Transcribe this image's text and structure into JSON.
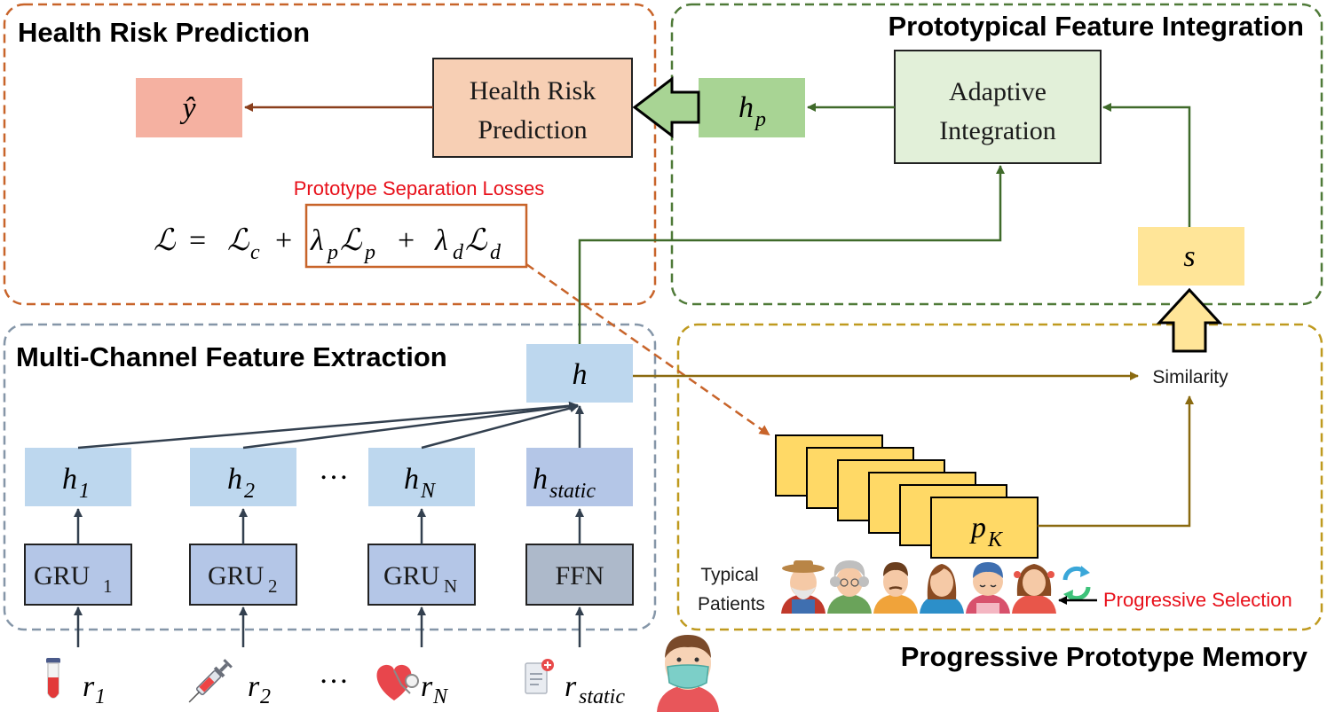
{
  "sections": {
    "health_risk": "Health Risk Prediction",
    "prototypical": "Prototypical Feature Integration",
    "multichannel": "Multi-Channel Feature Extraction",
    "progressive_memory": "Progressive Prototype Memory"
  },
  "nodes": {
    "y_hat": "ŷ",
    "hrp_line1": "Health Risk",
    "hrp_line2": "Prediction",
    "h_p_base": "h",
    "h_p_sub": "p",
    "adaptive_line1": "Adaptive",
    "adaptive_line2": "Integration",
    "s": "s",
    "h": "h",
    "similarity": "Similarity",
    "p_k_base": "p",
    "p_k_sub": "K",
    "h1_base": "h",
    "h1_sub": "1",
    "h2_base": "h",
    "h2_sub": "2",
    "hn_base": "h",
    "hn_sub": "N",
    "hstatic_base": "h",
    "hstatic_sub": "static",
    "ellipsis": "…",
    "gru1_base": "GRU",
    "gru1_sub": "1",
    "gru2_base": "GRU",
    "gru2_sub": "2",
    "grun_base": "GRU",
    "grun_sub": "N",
    "ffn": "FFN",
    "r1_base": "r",
    "r1_sub": "1",
    "r2_base": "r",
    "r2_sub": "2",
    "rn_base": "r",
    "rn_sub": "N",
    "rstatic_base": "r",
    "rstatic_sub": "static",
    "typical_line1": "Typical",
    "typical_line2": "Patients",
    "progressive_selection": "Progressive Selection"
  },
  "loss": {
    "caption": "Prototype Separation Losses",
    "L": "ℒ",
    "eq": "=",
    "plus": "+",
    "sub_c": "c",
    "lambda": "λ",
    "sub_p": "p",
    "sub_d": "d"
  },
  "icons": [
    "test-tube-icon",
    "syringe-icon",
    "heart-stethoscope-icon",
    "medical-report-icon",
    "masked-patient-icon",
    "farmer-avatar-icon",
    "grandma-avatar-icon",
    "man-avatar-icon",
    "woman-avatar-icon",
    "child-avatar-icon",
    "girl-avatar-icon",
    "refresh-cycle-icon"
  ],
  "colors": {
    "orange_frame": "#c8642a",
    "green_frame": "#4f7a38",
    "blue_frame": "#8596a8",
    "gold_frame": "#bf9a1f",
    "y_hat_fill": "#f5b1a1",
    "hrp_fill": "#f7cfb4",
    "h_p_fill": "#a8d494",
    "adaptive_fill": "#e2f0d9",
    "s_fill": "#ffe598",
    "h_fill": "#bdd7ee",
    "gru_fill": "#b4c6e7",
    "ffn_fill": "#adb9ca",
    "prototype_fill": "#ffd966",
    "red_text": "#e8101a"
  }
}
